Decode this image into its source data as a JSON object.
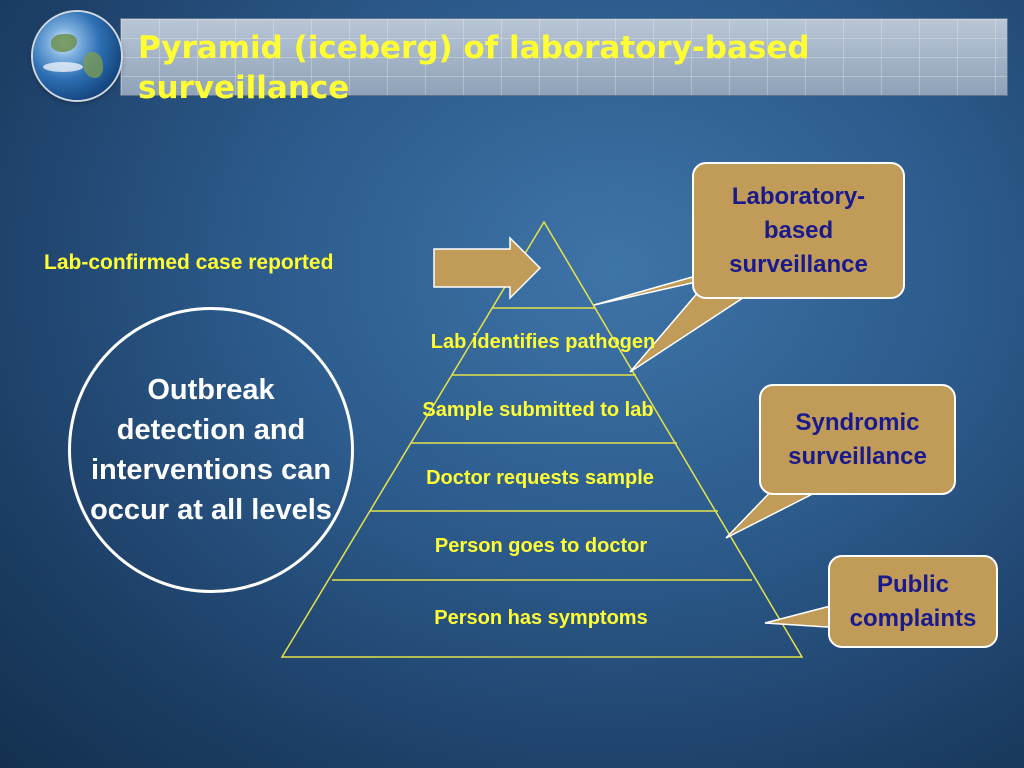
{
  "slide": {
    "title_line1": "Pyramid (iceberg) of laboratory-based",
    "title_line2": "surveillance"
  },
  "arrow_label": "Lab-confirmed case reported",
  "pyramid_levels": [
    "Lab identifies pathogen",
    "Sample submitted to lab",
    "Doctor requests sample",
    "Person goes to doctor",
    "Person has symptoms"
  ],
  "circle_text": "Outbreak detection and interventions can occur at all levels",
  "callouts": {
    "laboratory": "Laboratory-based surveillance",
    "syndromic": "Syndromic surveillance",
    "public": "Public complaints"
  }
}
